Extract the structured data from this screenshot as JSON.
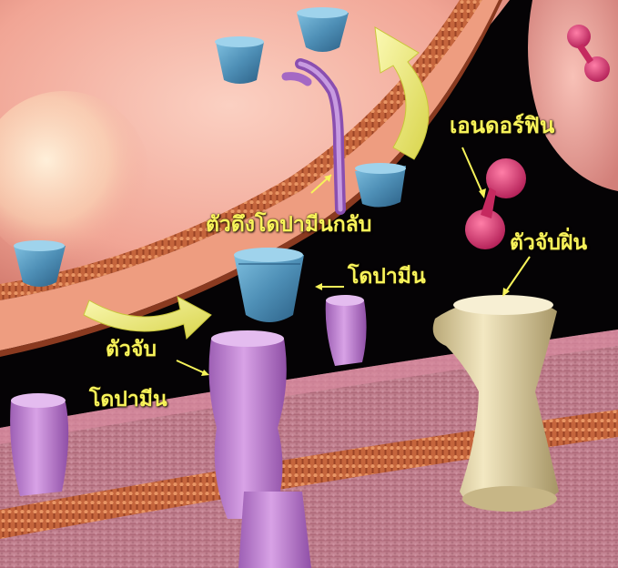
{
  "labels": {
    "endorphin": "เอนดอร์ฟิน",
    "reuptake_pump": "ตัวดึงโดปามีนกลับ",
    "opiate_receptor": "ตัวจับฝิ่น",
    "dopamine": "โดปามีน",
    "dopamine_receptor_line1": "ตัวจับ",
    "dopamine_receptor_line2": "โดปามีน"
  },
  "colors": {
    "label_text": "#f7f35a",
    "arrow_fill": "#f2f07a",
    "background": "#000000",
    "presynaptic_cell": "#f2a79a",
    "membrane": "#d8794a",
    "postsynaptic_membrane": "#c98493",
    "dopamine_molecule": "#4e8fb6",
    "dopamine_receptor": "#c98ad6",
    "opiate_receptor": "#e9dcaa",
    "endorphin": "#d0346b",
    "reuptake_pump": "#a468c4"
  },
  "icons": {
    "dopamine_molecule": "cup-shape",
    "endorphin_molecule": "dumbbell-shape",
    "flow_arrow": "curved-arrow"
  }
}
